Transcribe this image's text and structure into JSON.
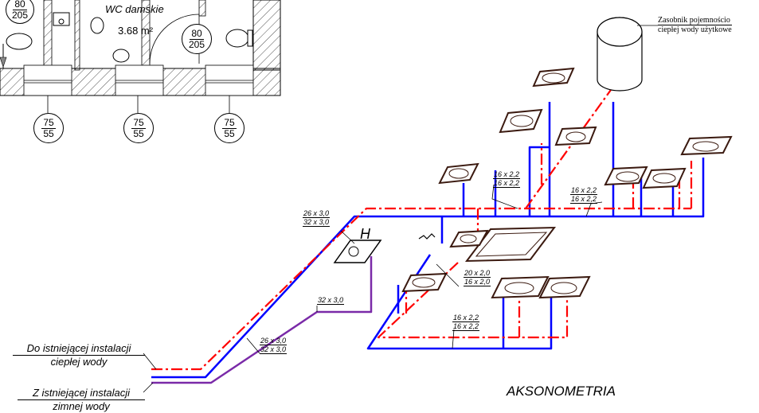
{
  "plan": {
    "room_name": "WC damskie",
    "room_area": "3.68 m²",
    "door_tags": [
      {
        "top": "80",
        "bottom": "205"
      },
      {
        "top": "80",
        "bottom": "205"
      }
    ],
    "window_tags": [
      {
        "top": "75",
        "bottom": "55"
      },
      {
        "top": "75",
        "bottom": "55"
      },
      {
        "top": "75",
        "bottom": "55"
      }
    ]
  },
  "tank": {
    "label_line1": "Zasobnik pojemnościo",
    "label_line2": "ciepłej wody użytkowe"
  },
  "pipe_sizes": [
    {
      "hot": "26 x 3,0",
      "cold": "32 x 3,0"
    },
    {
      "hot": "16 x 2,2",
      "cold": "16 x 2,2"
    },
    {
      "hot": "16 x 2,2",
      "cold": "16 x 2,2"
    },
    {
      "hot": "20 x 2,0",
      "cold": "16 x 2,0"
    },
    {
      "hot": "16 x 2,2",
      "cold": "16 x 2,2"
    },
    {
      "hot": "26 x 3,0",
      "cold": "32 x 3,0"
    }
  ],
  "circulation_size": "32 x 3,0",
  "hydrant_mark": "H",
  "connections": {
    "hot_line1": "Do istniejącej instalacji",
    "hot_line2": "ciepłej wody",
    "cold_line1": "Z istniejącej instalacji",
    "cold_line2": "zimnej wody"
  },
  "title": "AKSONOMETRIA",
  "colors": {
    "hot_water": "#ff0000",
    "cold_water": "#0000ff",
    "circulation": "#7a2aa8",
    "fixture": "#3b1a10"
  }
}
